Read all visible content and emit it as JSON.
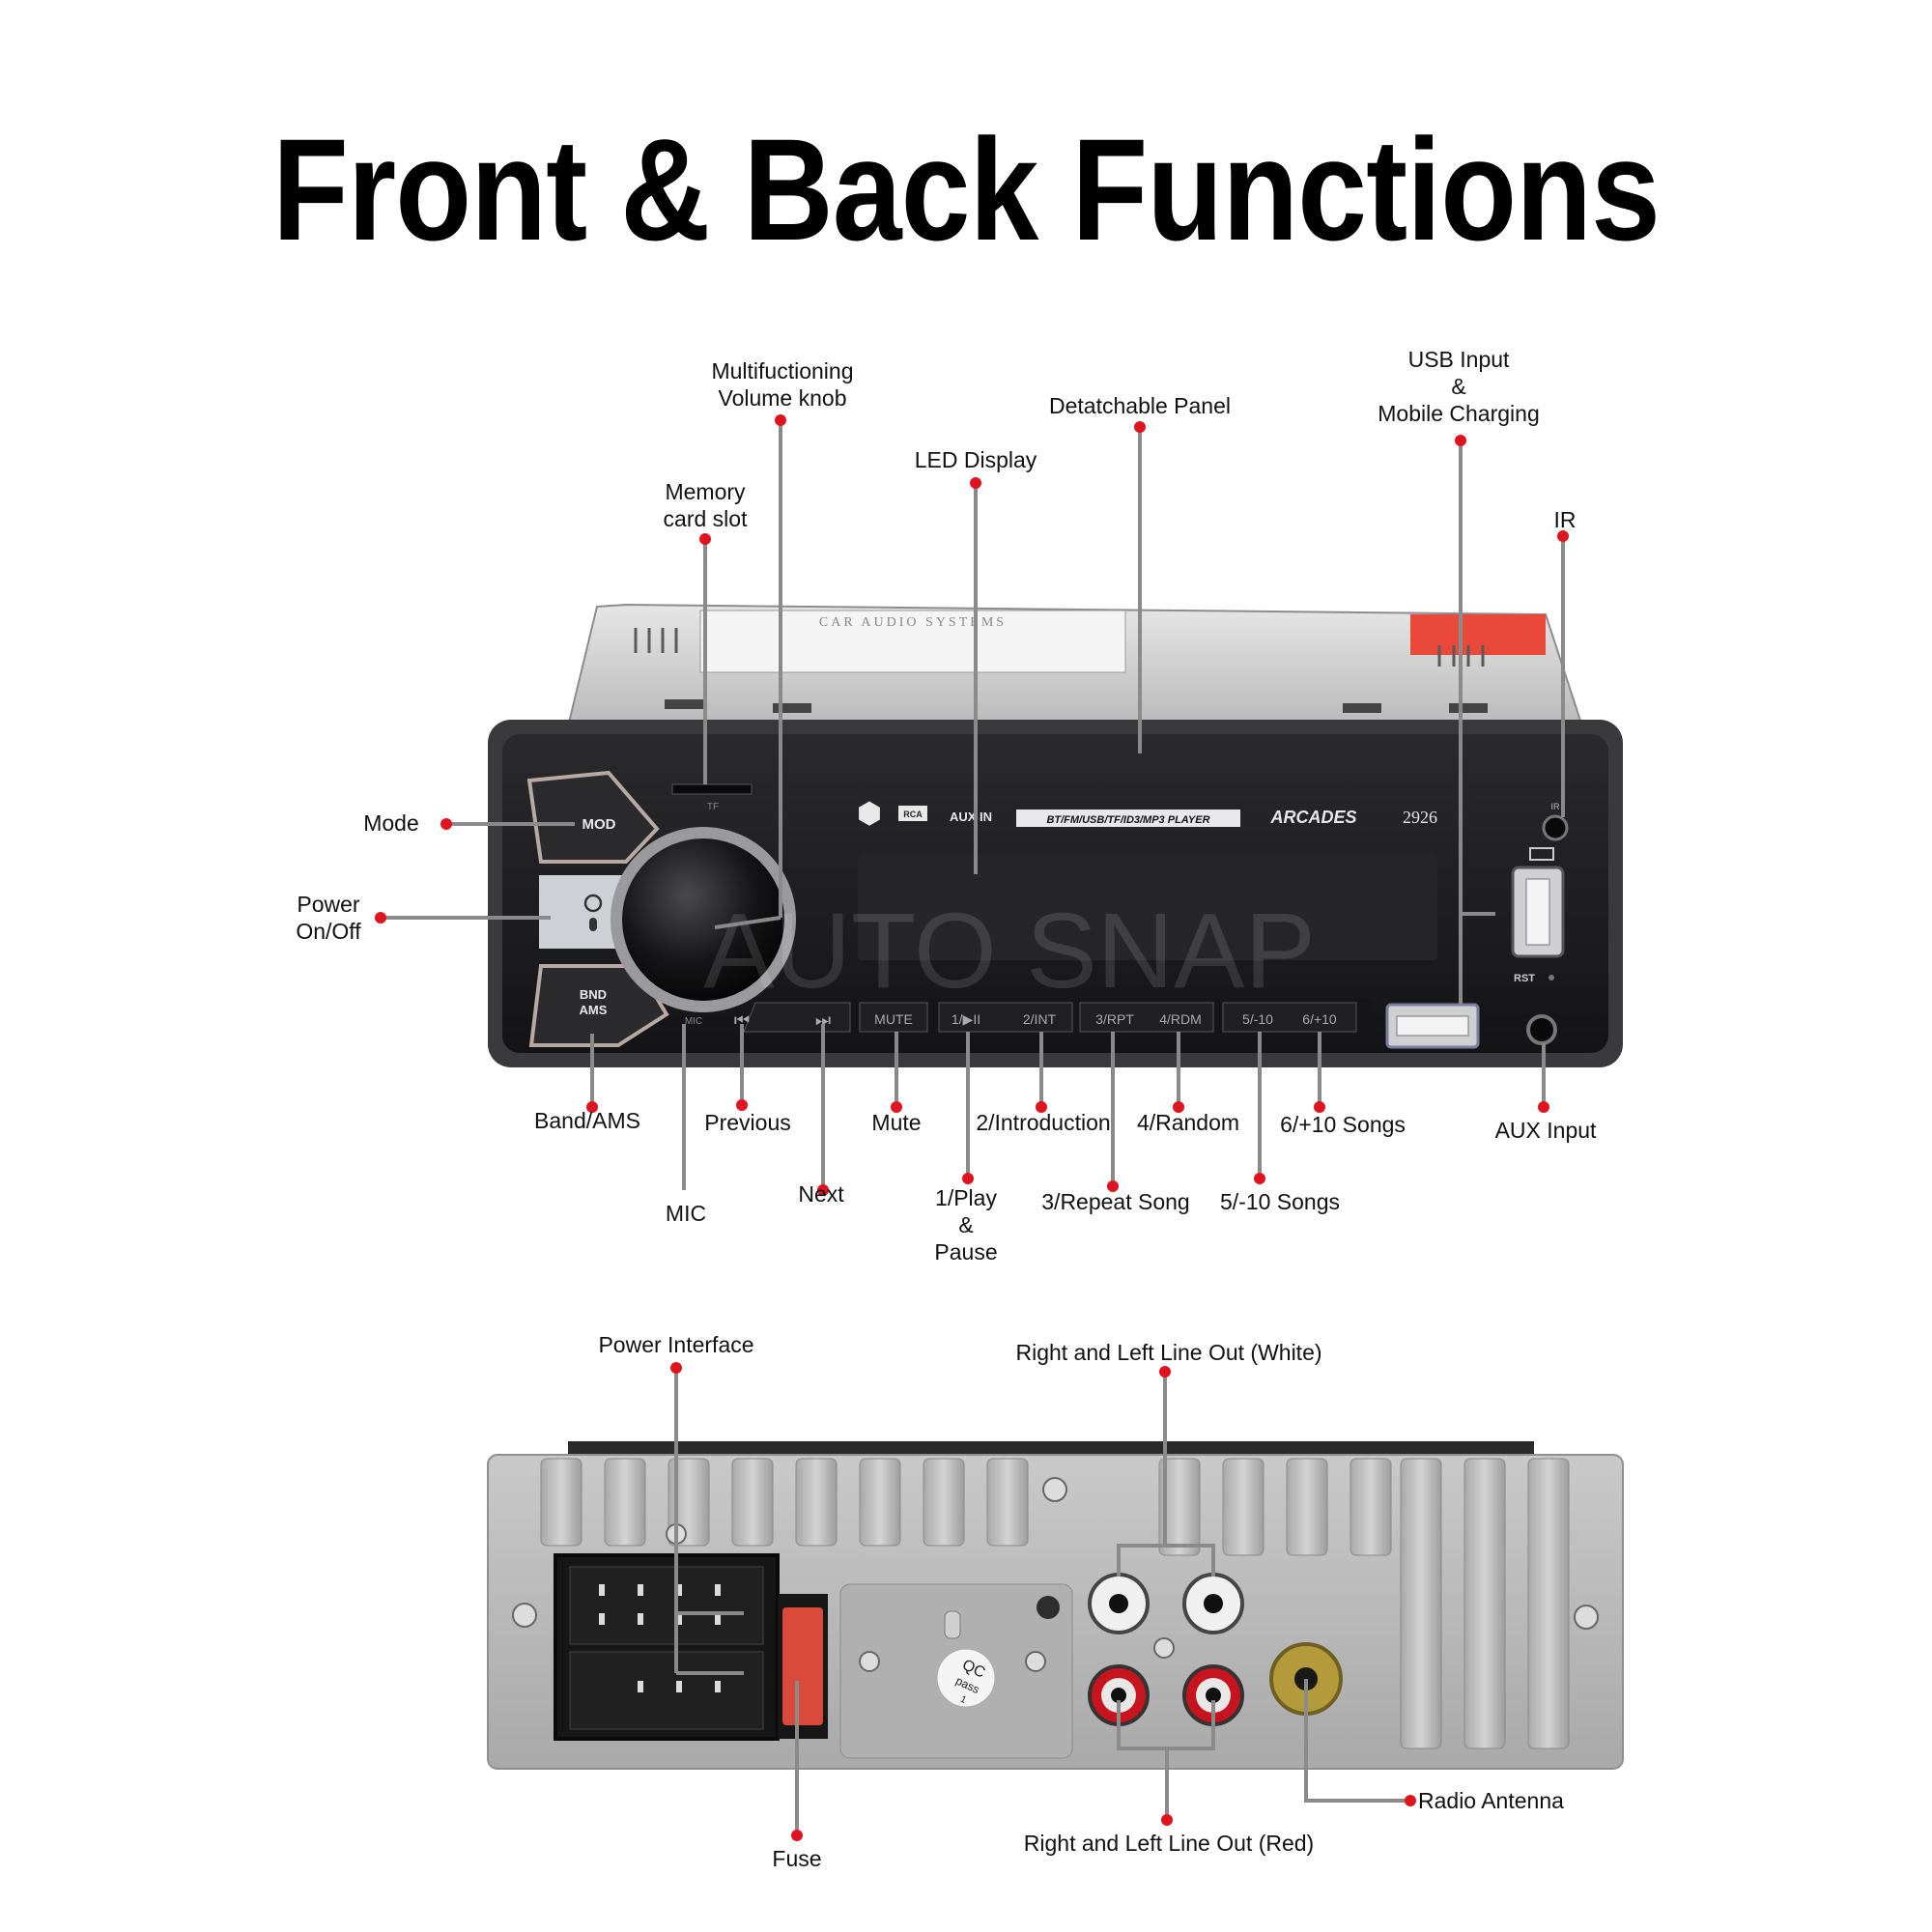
{
  "title": "Front & Back Functions",
  "device": {
    "brand": "ARCADES",
    "model": "2926",
    "player_text": "BT/FM/USB/TF/ID3/MP3 PLAYER",
    "top_label_text": "CAR AUDIO SYSTEMS",
    "watermark": "AUTO SNAP",
    "tf_text": "TF",
    "ir_text": "IR",
    "rst_text": "RST",
    "mic_text": "MIC",
    "mod_button": "MOD",
    "bnd_button": "BND",
    "ams_button": "AMS",
    "mute_button": "MUTE",
    "btn_1": "1/▶II",
    "btn_2": "2/INT",
    "btn_3": "3/RPT",
    "btn_4": "4/RDM",
    "btn_5": "5/-10",
    "btn_6": "6/+10",
    "rca_text": "RCA",
    "aux_text": "AUX IN",
    "qc_text_1": "QC",
    "qc_text_2": "pass",
    "qc_text_3": "1"
  },
  "front_labels": {
    "volume_knob_1": "Multifuctioning",
    "volume_knob_2": "Volume knob",
    "detachable_panel": "Detatchable Panel",
    "usb_1": "USB Input",
    "usb_2": "&",
    "usb_3": "Mobile Charging",
    "led_display": "LED Display",
    "memory_1": "Memory",
    "memory_2": "card slot",
    "ir": "IR",
    "mode": "Mode",
    "power_1": "Power",
    "power_2": "On/Off",
    "band_ams": "Band/AMS",
    "previous": "Previous",
    "mute": "Mute",
    "introduction": "2/Introduction",
    "random": "4/Random",
    "plus10": "6/+10 Songs",
    "aux_input": "AUX Input",
    "mic": "MIC",
    "next": "Next",
    "play_1": "1/Play",
    "play_2": "&",
    "play_3": "Pause",
    "repeat": "3/Repeat Song",
    "minus10": "5/-10 Songs"
  },
  "back_labels": {
    "power_interface": "Power Interface",
    "line_out_white": "Right and Left Line Out (White)",
    "radio_antenna": "Radio Antenna",
    "fuse": "Fuse",
    "line_out_red": "Right and Left Line Out (Red)"
  },
  "colors": {
    "dot": "#e0141e",
    "leader": "#8a8a8a",
    "panel": "#1a1a1c",
    "chassis": "#bdbdbd",
    "rca_red": "#c8141e",
    "antenna_gold": "#b39a3a"
  }
}
